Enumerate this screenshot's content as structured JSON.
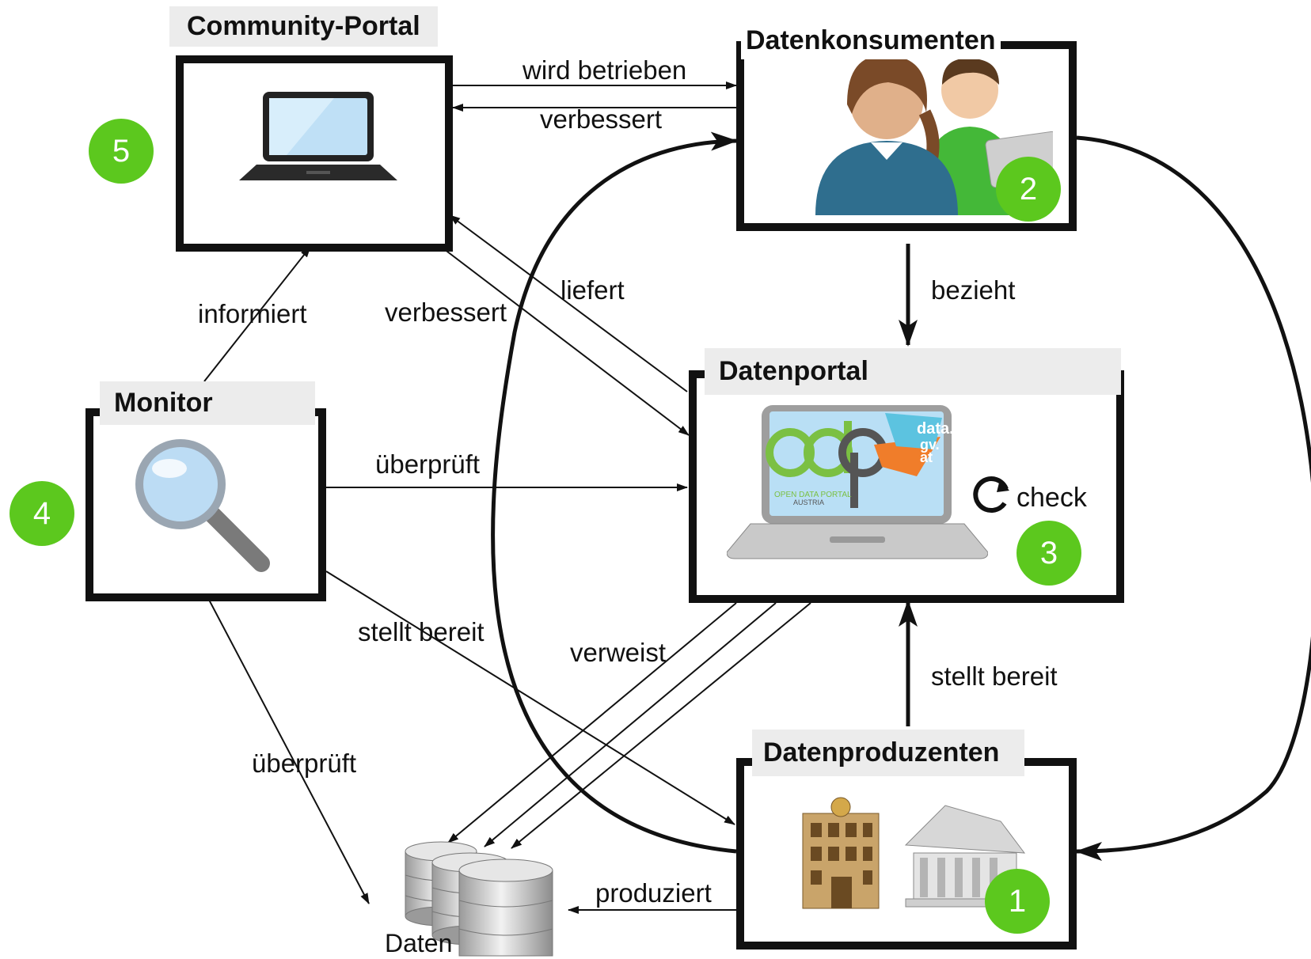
{
  "nodes": {
    "community_portal": {
      "title": "Community-Portal",
      "step": "5"
    },
    "datenkonsumenten": {
      "title": "Datenkonsumenten",
      "step": "2"
    },
    "datenportal": {
      "title": "Datenportal",
      "step": "3",
      "check_label": "check",
      "screen_logo": {
        "odp": "odp",
        "data_gv_at": "data.\ngv.\nat",
        "subtitle": "OPEN DATA PORTAL\nAUSTRIA"
      }
    },
    "monitor": {
      "title": "Monitor",
      "step": "4"
    },
    "datenproduzenten": {
      "title": "Datenproduzenten",
      "step": "1"
    },
    "daten": {
      "title": "Daten"
    }
  },
  "edges": {
    "wird_betrieben": "wird betrieben",
    "verbessert_top": "verbessert",
    "liefert": "liefert",
    "verbessert_mid": "verbessert",
    "bezieht": "bezieht",
    "informiert": "informiert",
    "ueberprueft_portal": "überprüft",
    "stellt_bereit_monitor": "stellt bereit",
    "verweist": "verweist",
    "stellt_bereit_producers": "stellt bereit",
    "ueberprueft_daten": "überprüft",
    "produziert": "produziert"
  },
  "colors": {
    "step_badge": "#5cc81e",
    "box_border": "#111111",
    "title_bg": "#ececec"
  },
  "icons": [
    "laptop-icon",
    "users-icon",
    "portal-laptop-icon",
    "refresh-icon",
    "magnifier-icon",
    "buildings-icon",
    "database-icon"
  ]
}
